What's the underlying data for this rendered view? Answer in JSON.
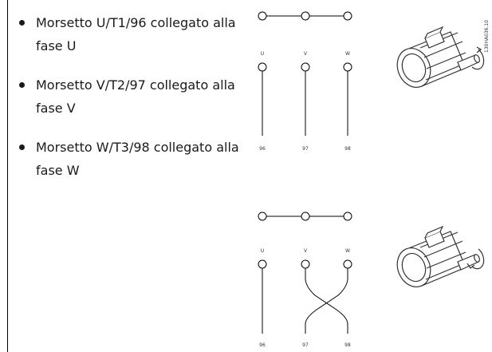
{
  "instructions": [
    "Morsetto U/T1/96 collegato alla fase U",
    "Morsetto V/T2/97 collegato alla fase V",
    "Morsetto W/T3/98 collegato alla fase W"
  ],
  "figure_code": "130HA036.10",
  "diagram_top": {
    "phases": [
      "U",
      "V",
      "W"
    ],
    "terminals": [
      "96",
      "97",
      "98"
    ]
  },
  "diagram_bottom": {
    "phases": [
      "U",
      "V",
      "W"
    ],
    "terminals": [
      "96",
      "97",
      "98"
    ]
  }
}
